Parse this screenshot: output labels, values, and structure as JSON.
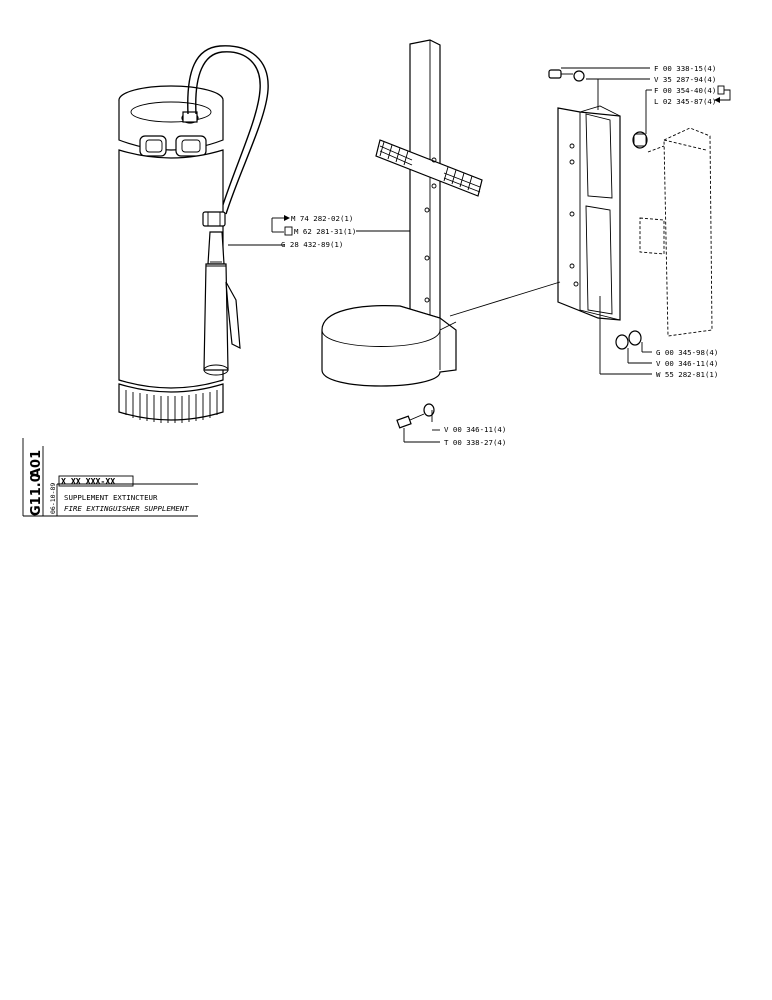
{
  "diagram": {
    "callouts": {
      "hose_fitting": [
        "M 74 282-02(1)",
        "M 62 281-31(1)",
        "G 28 432-89(1)"
      ],
      "bracket_top": [
        "F 00 338-15(4)",
        "V 35 287-94(4)",
        "F 00 354-40(4)",
        "L 02 345-87(4)"
      ],
      "bracket_bottom": [
        "G 00 345-98(4)",
        "V 00 346-11(4)",
        "W 55 282-81(1)"
      ],
      "cradle_screws": [
        "V 00 346-11(4)",
        "T 00 338-27(4)"
      ]
    }
  },
  "title_block": {
    "code_a": "A01",
    "code_b": "G11.0",
    "date": "06-10-89",
    "part_number_placeholder": "X XX XXX-XX",
    "title_fr": "SUPPLEMENT EXTINCTEUR",
    "title_en": "FIRE EXTINGUISHER SUPPLEMENT"
  }
}
